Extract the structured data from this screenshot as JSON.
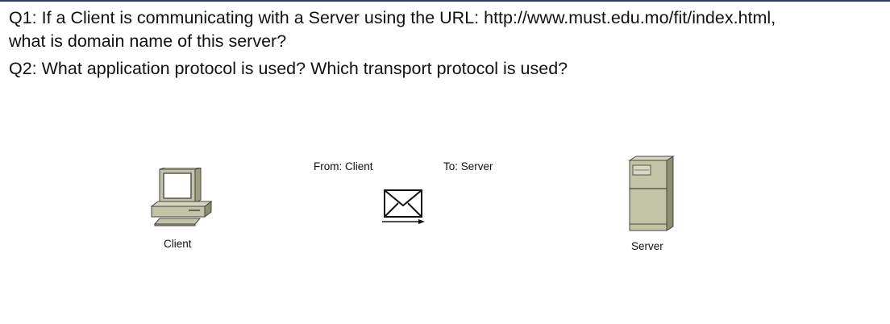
{
  "questions": {
    "q1": "Q1: If a Client is communicating with a Server using the URL: http://www.must.edu.mo/fit/index.html,\nwhat is domain name of this server?",
    "q2": "Q2: What application protocol is used? Which transport protocol is used?"
  },
  "diagram": {
    "client_label": "Client",
    "server_label": "Server",
    "message": {
      "from": "From: Client",
      "to": "To: Server"
    },
    "icons": {
      "client": "desktop-computer-icon",
      "server": "server-tower-icon",
      "message": "envelope-icon"
    },
    "colors": {
      "device_body": "#c3c3a5",
      "device_shadow": "#8e8e70",
      "outline": "#333333"
    }
  }
}
